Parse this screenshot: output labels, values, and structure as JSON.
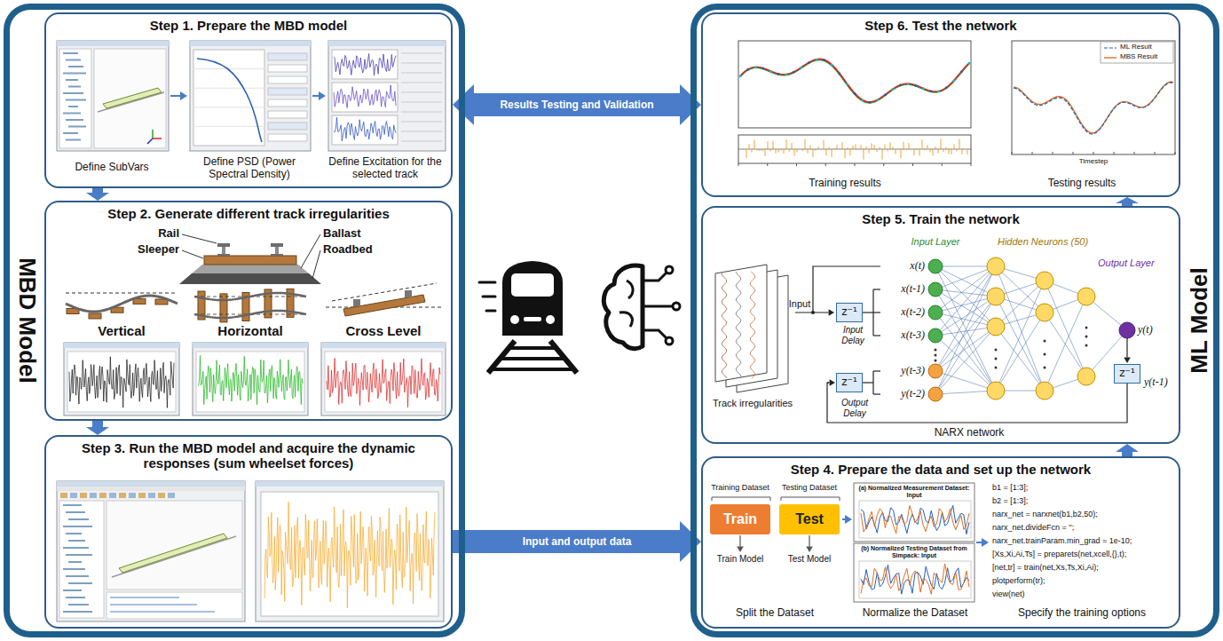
{
  "diagram": {
    "nodes": [
      {
        "text": [
          "MBD Model"
        ]
      },
      {
        "text": [
          "Step 1. Prepare the MBD model",
          "Define SubVars",
          "Define PSD (Power Spectral Density)",
          "Define Excitation for the selected track"
        ],
        "in": 0
      },
      {
        "text": [
          "Step 2. Generate different track irregularities",
          "Rail",
          "Ballast",
          "Sleeper",
          "Roadbed",
          "Vertical",
          "Horizontal",
          "Cross Level"
        ],
        "in": 0
      },
      {
        "text": [
          "Step 3. Run the MBD model and acquire the dynamic responses (sum wheelset forces)"
        ],
        "in": 0
      },
      {
        "text": [
          "ML Model"
        ]
      },
      {
        "text": [
          "Step 6. Test the network",
          "Training results",
          "ML Result",
          "MBS Result",
          "Timestep",
          "Testing results"
        ],
        "in": 4
      },
      {
        "text": [
          "Step 5. Train the network",
          "Input Layer",
          "Hidden Neurons (50)",
          "Input",
          "Input Delay",
          "x(t)",
          "x(t-1)",
          "x(t-2)",
          "x(t-3)",
          "y(t-3)",
          "y(t-2)",
          "Output Delay",
          "Output Layer",
          "y(t)",
          "y(t-1)",
          "Track irregularities",
          "NARX network"
        ],
        "in": 4
      },
      {
        "text": [
          "z⁻¹"
        ],
        "in": 6
      },
      {
        "text": [
          "z⁻¹"
        ],
        "in": 6
      },
      {
        "text": [
          "z⁻¹"
        ],
        "in": 6
      },
      {
        "text": [
          "Step 4. Prepare the data and set up the network",
          "Training Dataset",
          "Testing Dataset",
          "Train Model",
          "Test Model",
          "Split the Dataset",
          "(a) Normalized Measurement Dataset: Input",
          "(b) Normalized Testing Dataset from Simpack: Input",
          "Normalize the Dataset",
          "b1 = [1:3];",
          "b2 = [1:3];",
          "narx_net = narxnet(b1,b2,50);",
          "narx_net.divideFcn = '';",
          "narx_net.trainParam.min_grad = 1e-10;",
          "[Xs,Xi,Ai,Ts] = preparets(net,xcell,{},t);",
          "[net,tr] = train(net,Xs,Ts,Xi,Ai);",
          "plotperform(tr);",
          "view(net)",
          "Specify the training options"
        ],
        "in": 4
      },
      {
        "text": [
          "Train"
        ],
        "in": 10
      },
      {
        "text": [
          "Test"
        ],
        "in": 10
      }
    ],
    "edges": [
      {
        "from": 1,
        "to": 2,
        "arrow": "to"
      },
      {
        "from": 2,
        "to": 3,
        "arrow": "to"
      },
      {
        "from": 3,
        "to": 10,
        "label": "Input and output data",
        "arrow": "to"
      },
      {
        "from": 10,
        "to": 6,
        "arrow": "to"
      },
      {
        "from": 6,
        "to": 5,
        "arrow": "to"
      },
      {
        "from": 5,
        "to": 1,
        "label": "Results Testing and Validation",
        "arrow": "both"
      }
    ]
  }
}
